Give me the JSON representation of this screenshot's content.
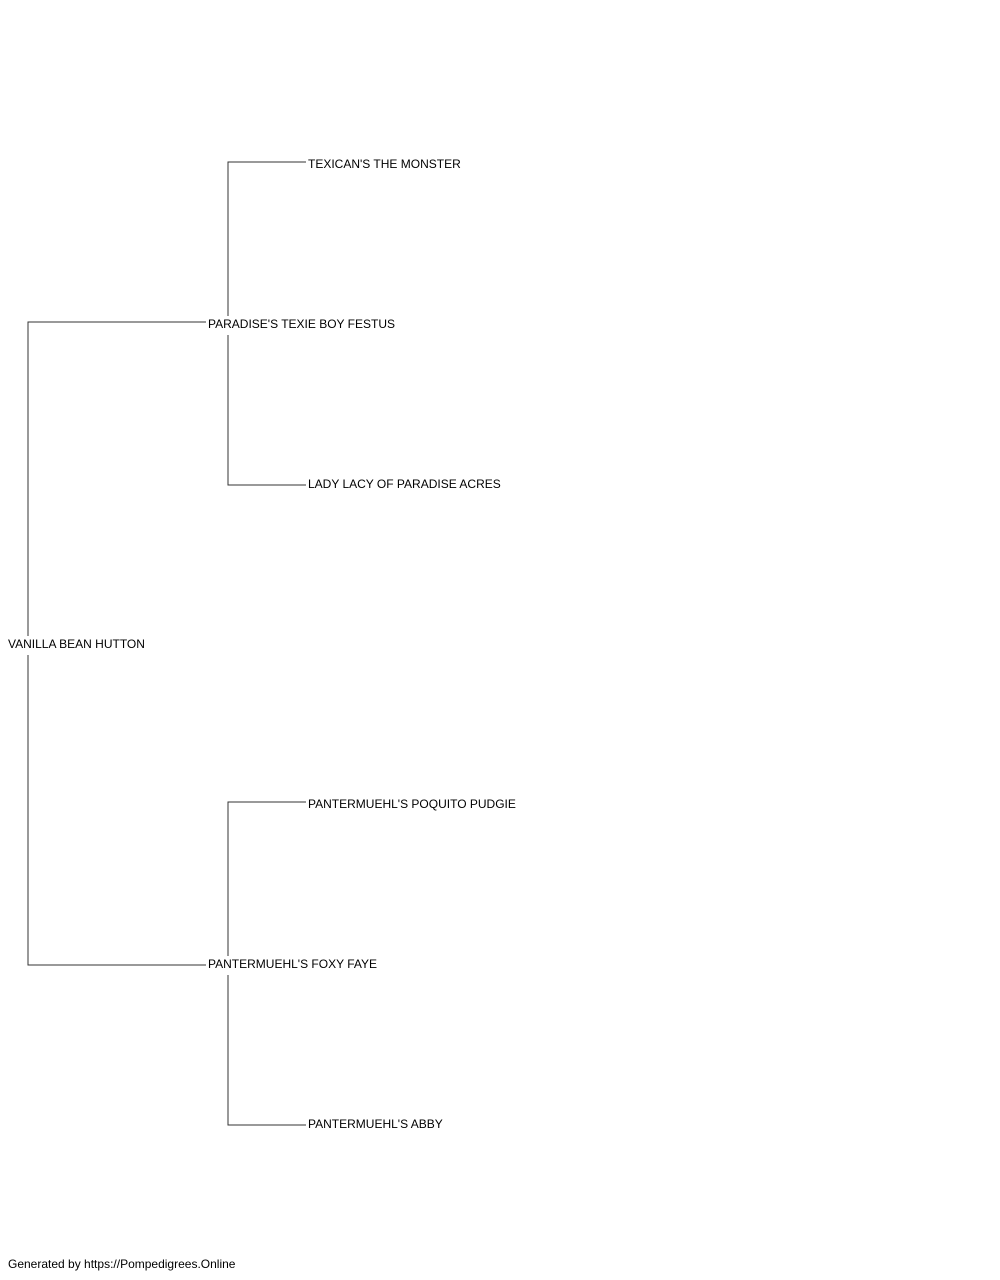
{
  "pedigree": {
    "subject": "VANILLA BEAN HUTTON",
    "sire": {
      "name": "PARADISE'S TEXIE BOY FESTUS",
      "sire": "TEXICAN'S THE MONSTER",
      "dam": "LADY LACY OF PARADISE ACRES"
    },
    "dam": {
      "name": "PANTERMUEHL'S FOXY FAYE",
      "sire": "PANTERMUEHL'S POQUITO PUDGIE",
      "dam": "PANTERMUEHL'S ABBY"
    }
  },
  "footer": {
    "credit": "Generated by https://Pompedigrees.Online"
  },
  "colors": {
    "line": "#333333",
    "text": "#000000",
    "background": "#ffffff"
  }
}
